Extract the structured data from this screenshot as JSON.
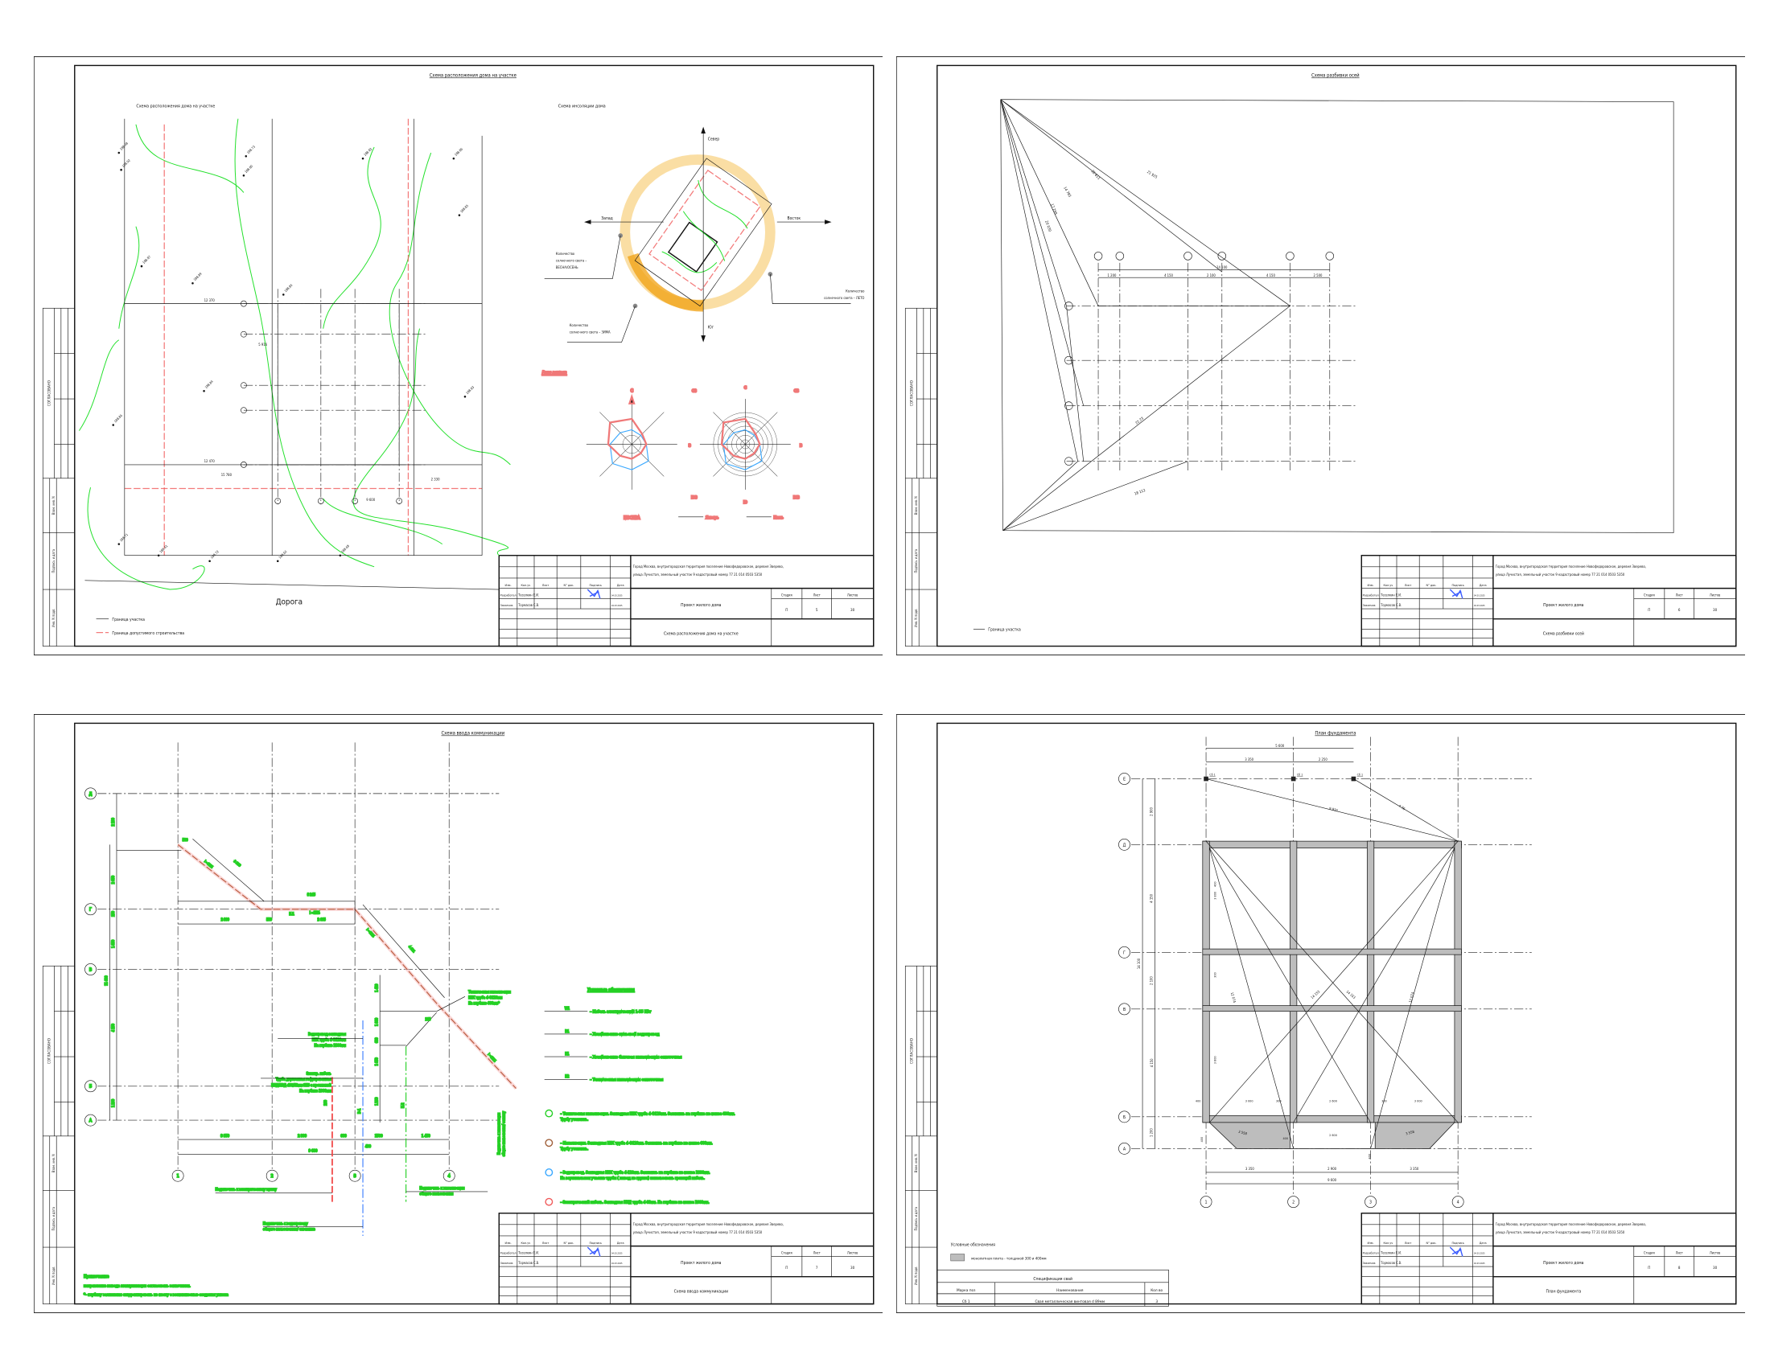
{
  "common": {
    "address_line1": "Город Москва, внутригородская территория поселение Новофедоровское, деревня Зверево,",
    "address_line2": "улица Лучистая, земельный участок 9 кадастровый номер 77 21 014 0503 5350",
    "cols": [
      "Изм.",
      "Кол.уч",
      "Лист",
      "N° док.",
      "Подпись",
      "Дата"
    ],
    "rows": [
      {
        "role": "Разработал",
        "name": "Теселкин Е.И.",
        "date": "04.03.2025"
      },
      {
        "role": "Заказчик",
        "name": "Тормасов С.В.",
        "date": "04.03.2025"
      }
    ],
    "project": "Проект жилого дома",
    "stage_label": "Стадия",
    "sheet_label": "Лист",
    "sheets_label": "Листов",
    "stage": "П",
    "total": "30",
    "stamp": {
      "agreed": "СОГЛАСОВАНО",
      "replace": "Взам. инв. N",
      "sign": "Подпись и дата",
      "inv": "Инв. N подл."
    }
  },
  "sheets": [
    {
      "sheet": "5",
      "title": "Схема расположения дома на участке",
      "header": "Схема расположения дома на участке",
      "site_plan": {
        "title": "Схема расположения дома на участке",
        "road": "Дорога",
        "dims": [
          "12 370",
          "12 470",
          "15 780",
          "9 600",
          "2 330",
          "5 916"
        ],
        "elevations": [
          "188.98",
          "188.92",
          "188.73",
          "188.80",
          "188.83",
          "188.86",
          "188.85",
          "188.87",
          "188.89",
          "188.84",
          "188.86",
          "188.85",
          "188.83",
          "188.71",
          "188.41",
          "188.72",
          "188.60",
          "188.68"
        ],
        "legend": [
          "Граница участка",
          "Граница допустимого строительства"
        ]
      },
      "insolation": {
        "title": "Схема инсоляции дома",
        "north": "Север",
        "south": "Юг",
        "west": "Запад",
        "east": "Восток",
        "spring": [
          "Количество",
          "солнечного света –",
          "ВЕСНА/ОСЕНЬ"
        ],
        "winter": [
          "Количество",
          "солнечного света – ЗИМА"
        ],
        "summer": [
          "Количество",
          "солнечного света – ЛЕТО"
        ]
      },
      "wind_rose": {
        "title": "Роза ветров",
        "city": "МОСКВА",
        "directions": [
          "С",
          "СВ",
          "В",
          "ЮВ",
          "Ю",
          "ЮЗ",
          "З",
          "СЗ"
        ],
        "legend": [
          {
            "label": "Январь",
            "color": "#3aa8ff",
            "values": [
              8,
              7,
              8,
              13,
              14,
              15,
              12,
              9
            ]
          },
          {
            "label": "Июль",
            "color": "#f07878",
            "values": [
              14,
              8,
              8,
              7,
              8,
              9,
              13,
              17
            ]
          }
        ]
      }
    },
    {
      "sheet": "6",
      "title": "Схема разбивки осей",
      "header": "Схема разбивки осей",
      "dims": [
        "14 100",
        "1 200",
        "4 150",
        "2 100",
        "4 150",
        "2 500"
      ],
      "radials": [
        "21 925",
        "28 611",
        "14 785",
        "17 299",
        "20 030",
        "22.23",
        "18 112"
      ],
      "legend": "Граница участка"
    },
    {
      "sheet": "7",
      "title": "Схема ввода коммуникации",
      "header": "Схема ввода коммуникации",
      "axes_rows": [
        "Д",
        "Г",
        "В",
        "Б",
        "А"
      ],
      "axes_cols": [
        "1",
        "2",
        "3",
        "4"
      ],
      "dims_left": [
        "2 100",
        "2 050",
        "250",
        "1 850",
        "4 150",
        "1 200",
        "11 600"
      ],
      "dims_bottom": [
        "3 350",
        "2 300",
        "600",
        "1500",
        "1 450",
        "400",
        "9 600"
      ],
      "dims_pipe": [
        "500",
        "3 253",
        "3 245",
        "550",
        "2 695",
        "2 800",
        "4 621",
        "1 420",
        "1 000",
        "680",
        "1 050",
        "1 200",
        "285",
        "280"
      ],
      "slope": "i =15%",
      "pipe_tags": [
        "К-1",
        "В-1",
        "К-2"
      ],
      "notes_water": [
        "Водопровод-закладная",
        "ПВХ труба d-Ф110мм",
        "На глубине 1800мм"
      ],
      "notes_cable": [
        "Электр. кабель",
        "Труба двустенная гофрированная",
        "ПНД/ПВД d63/52мм SN6 с протяжкой",
        "На глубине 1000мм"
      ],
      "notes_tech": [
        "Техническая канализация",
        "ПВХ труба d-Ф110мм",
        "На глубине 600мм*"
      ],
      "connect_septic": [
        "Подключить к канализации",
        "общего пользования/ септику"
      ],
      "connect_panel": "Подключить к электрическому щитку",
      "connect_water": [
        "Подключить к водопроводу",
        "общего пользованию/ скважине"
      ],
      "connect_sewer": [
        "Подключить к канализации",
        "общего пользования"
      ],
      "legend": {
        "title": "Условные обозначения",
        "lines": [
          {
            "tag": "W1",
            "text": "– Кабель электрический 1-35 КВт",
            "color": "#f03c3c"
          },
          {
            "tag": "В1",
            "text": "– Хозяйственно-питьевой водопровод",
            "color": "#3a7bff"
          },
          {
            "tag": "К1",
            "text": "– Хозяйственно бытовая канализация самотечная",
            "color": "#a0304a"
          },
          {
            "tag": "К2",
            "text": "– Техническая канализация самотечная",
            "color": "#24d024"
          }
        ],
        "circles": [
          {
            "text": [
              "– Техническая канализация. Закладная ПВХ труба d-Ф110мм. Заложить на глубине не менее 600мм.",
              "Трубу утеплить."
            ],
            "color": "#24d024"
          },
          {
            "text": [
              "– Канализация. Закладная ПВХ труба d-Ф110мм. Заложить на глубине не менее 600мм.",
              "Трубу утеплить."
            ],
            "color": "#a0603a"
          },
          {
            "text": [
              "– Водопровод. Закладная ПВХ труба d-110мм. Заложить на глубине не менее 1800мм.",
              "На вертикальном участке трубы ( вывод из грунта) использовать греющий кабель."
            ],
            "color": "#3aa8ff"
          },
          {
            "text": [
              "– Электрический кабель. Закладная ПНД труба d-63мм. На глубине не менее 1000мм."
            ],
            "color": "#f05a5a"
          }
        ]
      },
      "note": {
        "title": "Примечание",
        "lines": [
          "направление вывода коммуникации согласовать заказчиком.",
          "*– глубину заложения скорректировать по месту с возможностью создания уклона"
        ]
      }
    },
    {
      "sheet": "8",
      "title": "План фундамента",
      "header": "План фундамента",
      "axes_rows": [
        "Е",
        "Д",
        "Г",
        "В",
        "Б",
        "А"
      ],
      "axes_cols": [
        "1",
        "2",
        "3",
        "4"
      ],
      "pile_mark": "Сб 1",
      "dims_top": [
        "5 600",
        "3 350",
        "2 250"
      ],
      "diagonals": [
        "9 920",
        "4 76",
        "12 074",
        "14 153",
        "14 153",
        "12 074",
        "3 558",
        "3 558"
      ],
      "dims_left": [
        "2 900",
        "4 150",
        "2 100",
        "4 150",
        "1 200",
        "14 100"
      ],
      "dims_inner": [
        "3 000",
        "300",
        "2 600",
        "300",
        "3 000",
        "400",
        "400",
        "3 800",
        "300",
        "3 800",
        "2 600",
        "400",
        "400",
        "400"
      ],
      "dims_bottom": [
        "3 350",
        "2 900",
        "3 350",
        "9 600"
      ],
      "legend": {
        "title": "Условные обозначения",
        "item": "монолитная плита - толщиной 300 и 400мм",
        "color": "#bdbdbd"
      },
      "spec": {
        "title": "Спецификация свай",
        "headers": [
          "Марка поз",
          "Наименования",
          "Кол во"
        ],
        "rows": [
          [
            "Сб 1",
            "Свая металлическая винтовая d 89мм",
            "3"
          ]
        ]
      }
    }
  ]
}
